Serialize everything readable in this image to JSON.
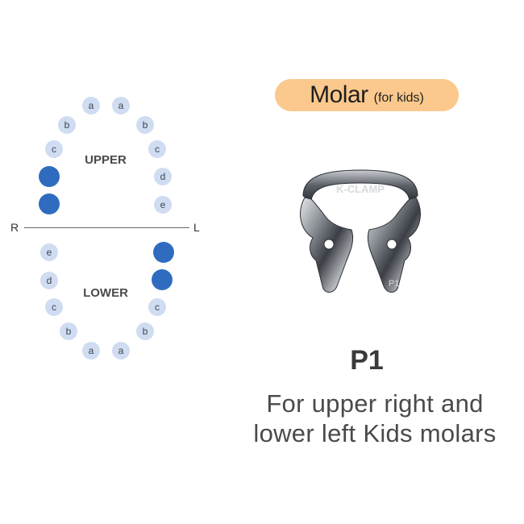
{
  "tooth_chart": {
    "upper_label": "UPPER",
    "lower_label": "LOWER",
    "right_label": "R",
    "left_label": "L",
    "upper_right": [
      {
        "letter": "a",
        "selected": false
      },
      {
        "letter": "b",
        "selected": false
      },
      {
        "letter": "c",
        "selected": false
      },
      {
        "letter": "",
        "selected": true
      },
      {
        "letter": "",
        "selected": true
      }
    ],
    "upper_left": [
      {
        "letter": "a",
        "selected": false
      },
      {
        "letter": "b",
        "selected": false
      },
      {
        "letter": "c",
        "selected": false
      },
      {
        "letter": "d",
        "selected": false
      },
      {
        "letter": "e",
        "selected": false
      }
    ],
    "lower_right": [
      {
        "letter": "e",
        "selected": false
      },
      {
        "letter": "d",
        "selected": false
      },
      {
        "letter": "c",
        "selected": false
      },
      {
        "letter": "b",
        "selected": false
      },
      {
        "letter": "a",
        "selected": false
      }
    ],
    "lower_left": [
      {
        "letter": "",
        "selected": true
      },
      {
        "letter": "",
        "selected": true
      },
      {
        "letter": "c",
        "selected": false
      },
      {
        "letter": "b",
        "selected": false
      },
      {
        "letter": "a",
        "selected": false
      }
    ],
    "tooth_color": "#cfdcf1",
    "selected_color": "#2f6cc0"
  },
  "badge": {
    "main": "Molar",
    "sub": "(for kids)",
    "color": "#fbc98d"
  },
  "product": {
    "clamp_engraving": "K-CLAMP",
    "clamp_tag": "P1",
    "code": "P1",
    "description": "For upper right and lower left Kids molars"
  }
}
